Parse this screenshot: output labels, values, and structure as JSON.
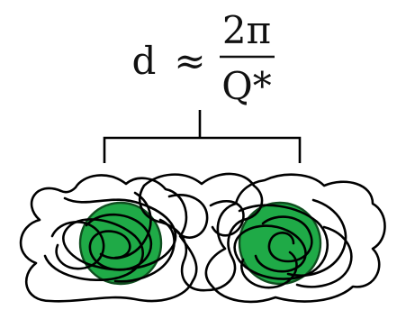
{
  "equation": {
    "lhs": "d",
    "relation": "≈",
    "numerator": "2π",
    "denominator": "Q*"
  },
  "colors": {
    "core_fill": "#1faa47",
    "core_stroke": "#0f4d1f",
    "line": "#000000"
  }
}
